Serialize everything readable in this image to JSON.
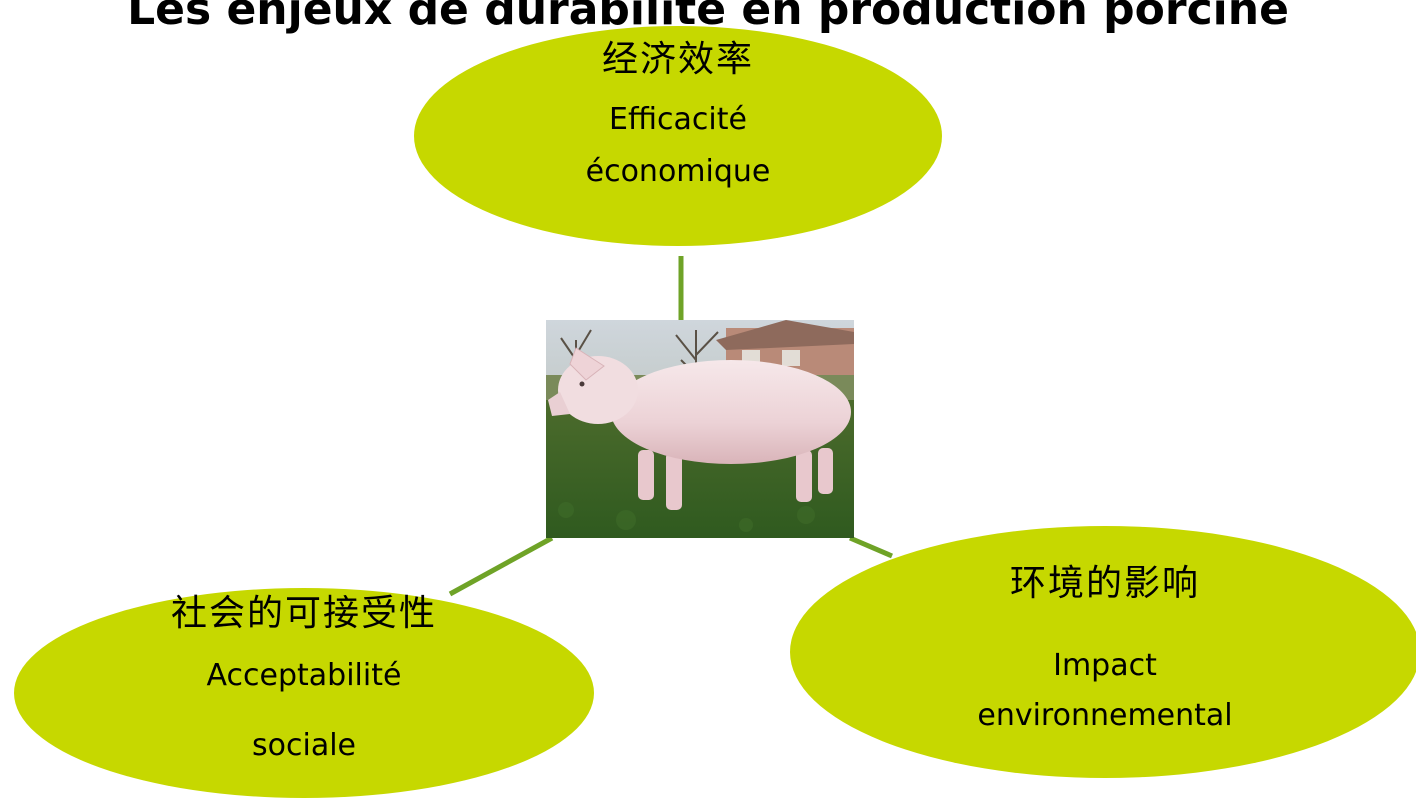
{
  "title": "Les enjeux de durabilité en production porcine",
  "nodes": {
    "top": {
      "zh": "经济效率",
      "fr_line1": "Efficacité",
      "fr_line2": "économique"
    },
    "left": {
      "zh": "社会的可接受性",
      "fr_line1": "Acceptabilité",
      "fr_line2": "sociale"
    },
    "right": {
      "zh": "环境的影响",
      "fr_line1": "Impact",
      "fr_line2": "environnemental"
    }
  },
  "colors": {
    "ellipse_fill": "#c6d800",
    "connector": "#6fa327"
  },
  "center_image": "white-pig-photo"
}
